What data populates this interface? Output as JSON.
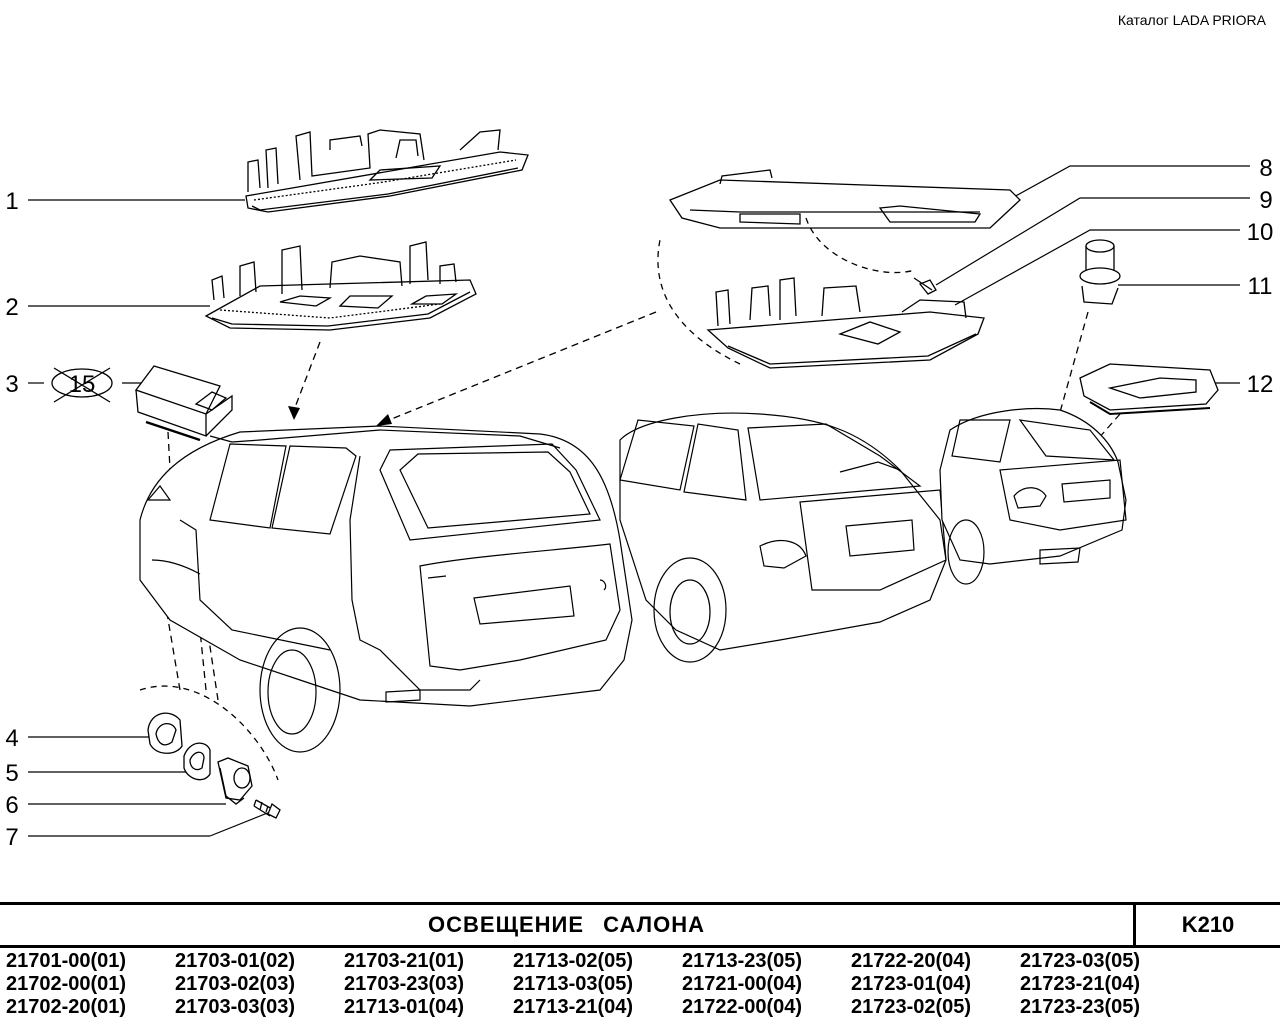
{
  "header": {
    "catalog": "Каталог  LADA  PRIORA"
  },
  "callouts": [
    "1",
    "2",
    "3",
    "4",
    "5",
    "6",
    "7",
    "8",
    "9",
    "10",
    "11",
    "12",
    "15"
  ],
  "footer": {
    "title": "ОСВЕЩЕНИЕ   САЛОНА",
    "code": "K210",
    "model_codes": [
      "21701-00(01)",
      "21702-00(01)",
      "21702-20(01)",
      "21703-01(02)",
      "21703-02(03)",
      "21703-03(03)",
      "21703-21(01)",
      "21703-23(03)",
      "21713-01(04)",
      "21713-02(05)",
      "21713-03(05)",
      "21713-21(04)",
      "21713-23(05)",
      "21721-00(04)",
      "21722-00(04)",
      "21722-20(04)",
      "21723-01(04)",
      "21723-02(05)",
      "21723-03(05)",
      "21723-21(04)",
      "21723-23(05)"
    ]
  }
}
